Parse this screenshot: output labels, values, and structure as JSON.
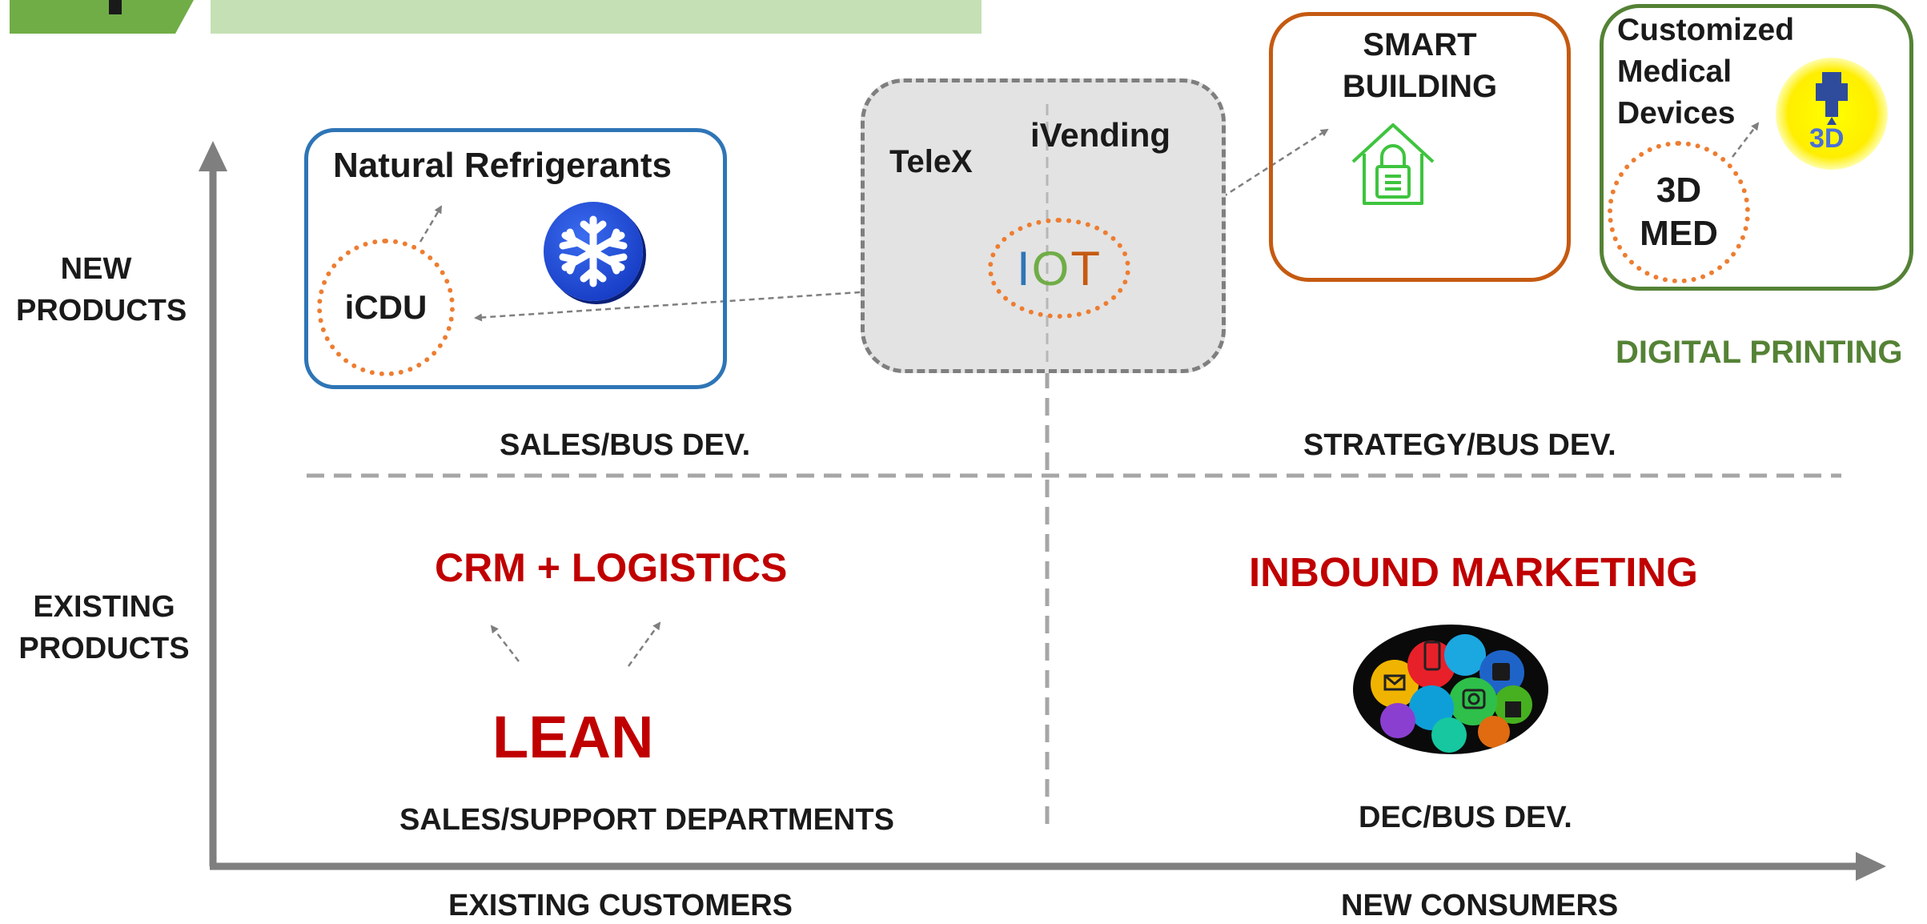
{
  "axes": {
    "y_top": "NEW PRODUCTS",
    "y_top_line1": "NEW",
    "y_top_line2": "PRODUCTS",
    "y_bottom_line1": "EXISTING",
    "y_bottom_line2": "PRODUCTS",
    "x_left": "EXISTING CUSTOMERS",
    "x_right": "NEW CONSUMERS"
  },
  "quadrants": {
    "top_left_caption": "SALES/BUS DEV.",
    "top_right_caption": "STRATEGY/BUS DEV.",
    "bottom_left_caption": "SALES/SUPPORT DEPARTMENTS",
    "bottom_right_caption": "DEC/BUS DEV."
  },
  "nodes": {
    "natural_refrigerants": "Natural Refrigerants",
    "icdu": "iCDU",
    "telex": "TeleX",
    "ivending": "iVending",
    "iot_i": "I",
    "iot_o": "O",
    "iot_t": "T",
    "smart_building_line1": "SMART",
    "smart_building_line2": "BUILDING",
    "medical_line1": "Customized",
    "medical_line2": "Medical",
    "medical_line3": "Devices",
    "med3d_line1": "3D",
    "med3d_line2": "MED",
    "digital_printing": "DIGITAL PRINTING",
    "crm_logistics": "CRM + LOGISTICS",
    "lean": "LEAN",
    "inbound_marketing": "INBOUND MARKETING",
    "badge_3d": "3D"
  },
  "colors": {
    "axis": "#7f7f7f",
    "blue_box": "#2e75b6",
    "orange_box": "#c55a11",
    "green_box": "#548235",
    "dotted_circle": "#ed7d31",
    "red_text": "#c00000",
    "header_green": "#c5e0b4",
    "header_tab": "#70ad47"
  },
  "icons": [
    "snowflake-icon",
    "smart-home-lock-icon",
    "3d-printer-icon",
    "social-media-cloud-icon"
  ]
}
